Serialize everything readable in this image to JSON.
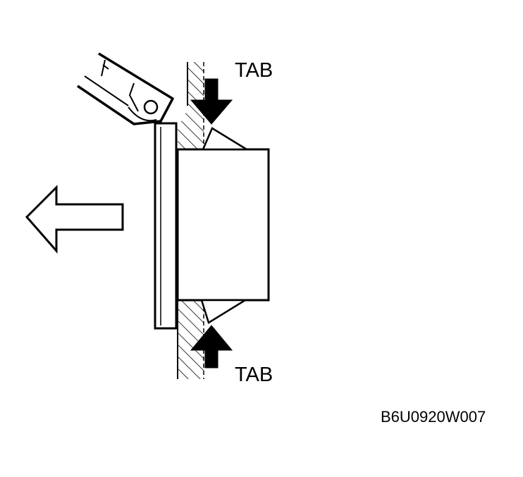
{
  "labels": {
    "tab_top": "TAB",
    "tab_bottom": "TAB",
    "figure_code": "B6U0920W007"
  },
  "colors": {
    "line": "#000000",
    "background": "#ffffff"
  },
  "icons": {
    "removal_direction": "hollow-left-arrow-icon",
    "tab_press_top": "solid-down-arrow-icon",
    "tab_press_bottom": "solid-up-arrow-icon"
  }
}
